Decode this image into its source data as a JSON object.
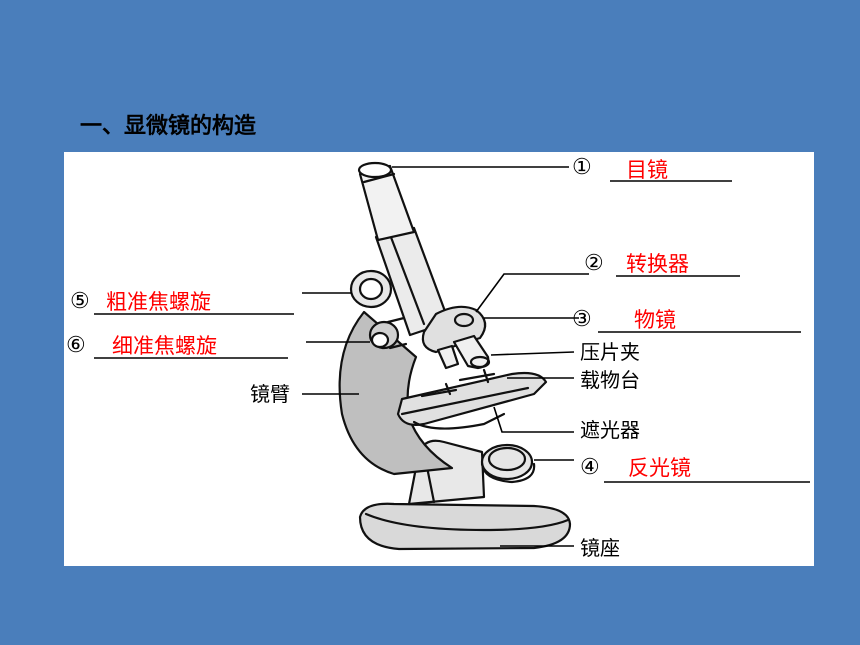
{
  "title": "一、显微镜的构造",
  "parts": {
    "eyepiece": {
      "number": "①",
      "answer": "目镜"
    },
    "nosepiece": {
      "number": "②",
      "answer": "转换器"
    },
    "objective": {
      "number": "③",
      "answer": "物镜"
    },
    "mirror": {
      "number": "④",
      "answer": "反光镜"
    },
    "coarse": {
      "number": "⑤",
      "answer": "粗准焦螺旋"
    },
    "fine": {
      "number": "⑥",
      "answer": "细准焦螺旋"
    }
  },
  "labels": {
    "stage_clip": "压片夹",
    "stage": "载物台",
    "diaphragm": "遮光器",
    "arm": "镜臂",
    "base": "镜座"
  },
  "colors": {
    "background": "#4a7ebb",
    "panel": "#ffffff",
    "answer": "#ff0000"
  }
}
